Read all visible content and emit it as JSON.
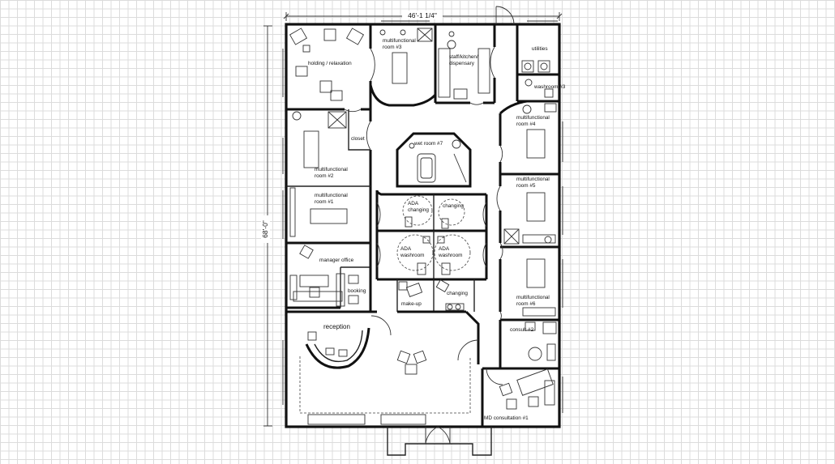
{
  "dimensions": {
    "width": "46'-1 1/4\"",
    "height": "68'-0\""
  },
  "rooms": {
    "holding": "holding / relaxation",
    "mf3_a": "multifunctional",
    "mf3_b": "room #3",
    "staff_a": "staff/kitchen/",
    "staff_b": "dispensary",
    "utilities": "utilities",
    "washroom3": "washroom #3",
    "closet": "closet",
    "mf4_a": "multifunctional",
    "mf4_b": "room #4",
    "wetroom": "wet room #7",
    "mf2_a": "multifunctional",
    "mf2_b": "room #2",
    "mf1_a": "multifunctional",
    "mf1_b": "room #1",
    "mf5_a": "multifunctional",
    "mf5_b": "room #5",
    "ada_changing_a": "ADA",
    "ada_changing_b": "changing",
    "changing1": "changing",
    "ada_wash1_a": "ADA",
    "ada_wash1_b": "washroom",
    "ada_wash2_a": "ADA",
    "ada_wash2_b": "washroom",
    "manager": "manager office",
    "booking": "booking",
    "makeup": "make-up",
    "changing2": "changing",
    "mf6_a": "multifunctional",
    "mf6_b": "room #6",
    "reception": "reception",
    "consult2": "consult #2",
    "md_consult": "MD consultation #1"
  }
}
